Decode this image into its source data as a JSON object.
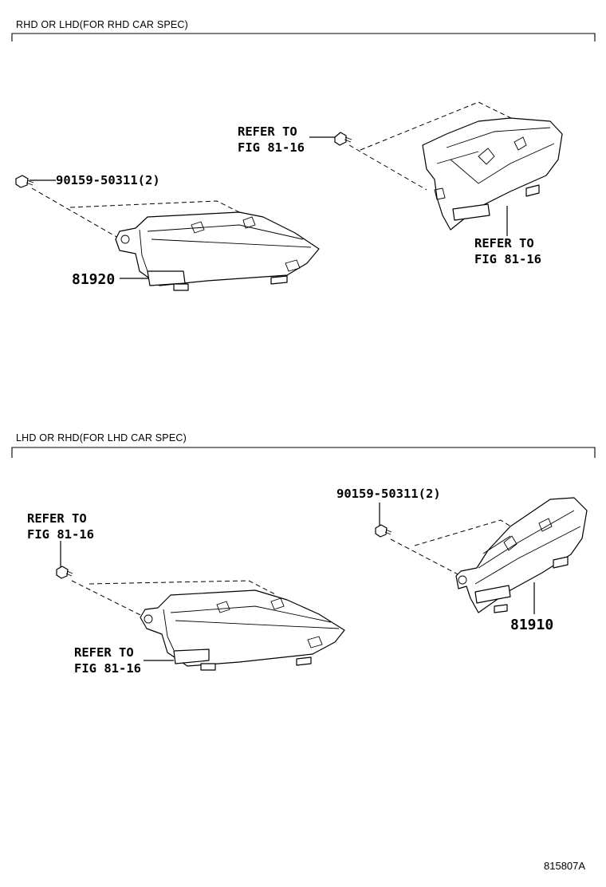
{
  "sections": [
    {
      "title": "RHD OR LHD(FOR RHD CAR SPEC)",
      "labels": {
        "bolt": "90159-50311(2)",
        "part": "81920",
        "refer_upper_1": "REFER TO",
        "refer_upper_2": "FIG 81-16",
        "refer_lower_1": "REFER TO",
        "refer_lower_2": "FIG 81-16"
      }
    },
    {
      "title": "LHD OR RHD(FOR LHD CAR SPEC)",
      "labels": {
        "bolt": "90159-50311(2)",
        "part": "81910",
        "refer_upper_1": "REFER TO",
        "refer_upper_2": "FIG 81-16",
        "refer_lower_1": "REFER TO",
        "refer_lower_2": "FIG 81-16"
      }
    }
  ],
  "figure_ref": "815807A"
}
